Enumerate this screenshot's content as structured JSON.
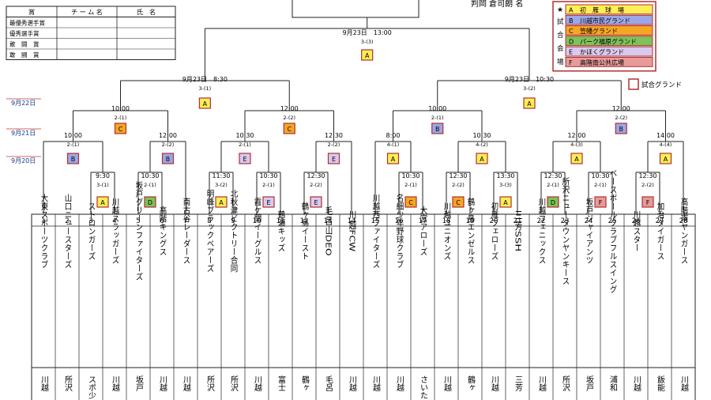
{
  "colors": {
    "line": "#222222",
    "date_red": "#c0392b",
    "venue_border": "#b03030",
    "venue_A": "#ffee55",
    "venue_B": "#9ba7e6",
    "venue_C": "#f5a623",
    "venue_D": "#7cc35b",
    "venue_E": "#d9c9ee",
    "venue_F": "#e89a9a"
  },
  "awards": {
    "headers": [
      "賞",
      "チ ー ム 名",
      "氏　名"
    ],
    "rows": [
      "最優秀選手賞",
      "優秀選手賞",
      "敢　闘　賞",
      "敢　闘　賞"
    ]
  },
  "referee_text": "判岡 倉司朗 名",
  "venues": {
    "star": "★",
    "side_label": [
      "試",
      "合",
      "会",
      "場"
    ],
    "items": [
      {
        "code": "A",
        "name": "初　雁　球　場",
        "color": "#ffee55"
      },
      {
        "code": "B",
        "name": "川越市民グランド",
        "color": "#9ba7e6"
      },
      {
        "code": "C",
        "name": "笠幡グランド",
        "color": "#f5a623"
      },
      {
        "code": "D",
        "name": "パーク福原グランド",
        "color": "#7cc35b"
      },
      {
        "code": "E",
        "name": "かほくグランド",
        "color": "#d9c9ee"
      },
      {
        "code": "F",
        "name": "高階南公共広場",
        "color": "#e89a9a"
      }
    ],
    "legend_label": "試合グランド"
  },
  "date_marks": [
    "9月22日",
    "9月21日",
    "9月20日"
  ],
  "final": {
    "time": "9月23日　13:00",
    "game": "3-(3)",
    "venue": "A"
  },
  "semis": [
    {
      "time": "9月23日　8:30",
      "game": "3-(1)",
      "venue": "A"
    },
    {
      "time": "9月23日　10:30",
      "game": "3-(2)",
      "venue": "A"
    }
  ],
  "quarters": [
    {
      "time": "10:00",
      "game": "2-(1)",
      "venue": "C"
    },
    {
      "time": "12:00",
      "game": "2-(2)",
      "venue": "C"
    },
    {
      "time": "10:00",
      "game": "2-(1)",
      "venue": "B"
    },
    {
      "time": "12:00",
      "game": "2-(2)",
      "venue": "B"
    }
  ],
  "r16": [
    {
      "time": "10:00",
      "game": "2-(1)",
      "venue": "B"
    },
    {
      "time": "12:00",
      "game": "2-(2)",
      "venue": "B"
    },
    {
      "time": "10:30",
      "game": "2-(1)",
      "venue": "E"
    },
    {
      "time": "12:30",
      "game": "2-(2)",
      "venue": "E"
    },
    {
      "time": "8:00",
      "game": "4-(1)",
      "venue": "A"
    },
    {
      "time": "10:30",
      "game": "4-(2)",
      "venue": "A"
    },
    {
      "time": "12:00",
      "game": "4-(3)",
      "venue": "A"
    },
    {
      "time": "14:00",
      "game": "4-(4)",
      "venue": "A"
    }
  ],
  "r1": [
    {
      "time": "9:30",
      "game": "3-(1)",
      "venue": "A"
    },
    {
      "time": "10:30",
      "game": "2-(1)",
      "venue": "D"
    },
    {
      "time": "11:30",
      "game": "3-(2)",
      "venue": "A"
    },
    {
      "time": "10:30",
      "game": "2-(1)",
      "venue": "E"
    },
    {
      "time": "12:30",
      "game": "2-(2)",
      "venue": "E"
    },
    {
      "time": "10:30",
      "game": "2-(1)",
      "venue": "C"
    },
    {
      "time": "12:30",
      "game": "2-(2)",
      "venue": "C"
    },
    {
      "time": "13:30",
      "game": "3-(3)",
      "venue": "A"
    },
    {
      "time": "12:30",
      "game": "2-(1)",
      "venue": "D"
    },
    {
      "time": "10:30",
      "game": "2-(1)",
      "venue": "F"
    },
    {
      "time": "12:30",
      "game": "2-(2)",
      "venue": "F"
    }
  ],
  "teams": [
    {
      "no": "1",
      "name": "大東スポーツクラブ",
      "city": "川越"
    },
    {
      "no": "2",
      "name": "山口ニュースターズ",
      "city": "所沢"
    },
    {
      "no": "3",
      "name": "ストロンガーズ",
      "city": "スポ少"
    },
    {
      "no": "4",
      "name": "川越スラッガーズ",
      "city": "川越"
    },
    {
      "no": "5",
      "name": "坂戸グリーンファイターズ",
      "city": "坂戸"
    },
    {
      "no": "6",
      "name": "高階キングス",
      "city": "川越"
    },
    {
      "no": "7",
      "name": "南古谷レーダース",
      "city": "川越"
    },
    {
      "no": "8",
      "name": "明峰ブラックベアーズ",
      "city": "所沢"
    },
    {
      "no": "9",
      "name": "北秋津ビクトリー合同",
      "city": "所沢"
    },
    {
      "no": "10",
      "name": "霞ケ関イーグルス",
      "city": "川越"
    },
    {
      "no": "11",
      "name": "鶴瀬キッズ",
      "city": "富士"
    },
    {
      "no": "12",
      "name": "鶴ヶ島イースト",
      "city": "鶴ヶ"
    },
    {
      "no": "13",
      "name": "毛呂山DEO",
      "city": "毛呂"
    },
    {
      "no": "14",
      "name": "川越FCW",
      "city": "川越"
    },
    {
      "no": "15",
      "name": "川越西ファイターズ",
      "city": "川越"
    },
    {
      "no": "16",
      "name": "名細少年野球クラブ",
      "city": "川越"
    },
    {
      "no": "17",
      "name": "大宮アローズ",
      "city": "さいたま"
    },
    {
      "no": "18",
      "name": "川越ユニオンズ",
      "city": "川越"
    },
    {
      "no": "19",
      "name": "鶴ヶ島エンゼルス",
      "city": "鶴ヶ"
    },
    {
      "no": "20",
      "name": "初雁フェローズ",
      "city": "川越"
    },
    {
      "no": "21",
      "name": "三芳SSH",
      "city": "三芳"
    },
    {
      "no": "22",
      "name": "川越フェニックス",
      "city": "川越"
    },
    {
      "no": "23",
      "name": "所沢ニュータウンヤンキース",
      "city": "所沢"
    },
    {
      "no": "24",
      "name": "坂戸ジャイアンツ",
      "city": "坂戸"
    },
    {
      "no": "25",
      "name": "ベースボールクラブフルスイング",
      "city": "浦和"
    },
    {
      "no": "26",
      "name": "川越スター",
      "city": "川越"
    },
    {
      "no": "27",
      "name": "加治タイガース",
      "city": "飯能"
    },
    {
      "no": "28",
      "name": "高階南ヤンガース",
      "city": "川越"
    }
  ]
}
